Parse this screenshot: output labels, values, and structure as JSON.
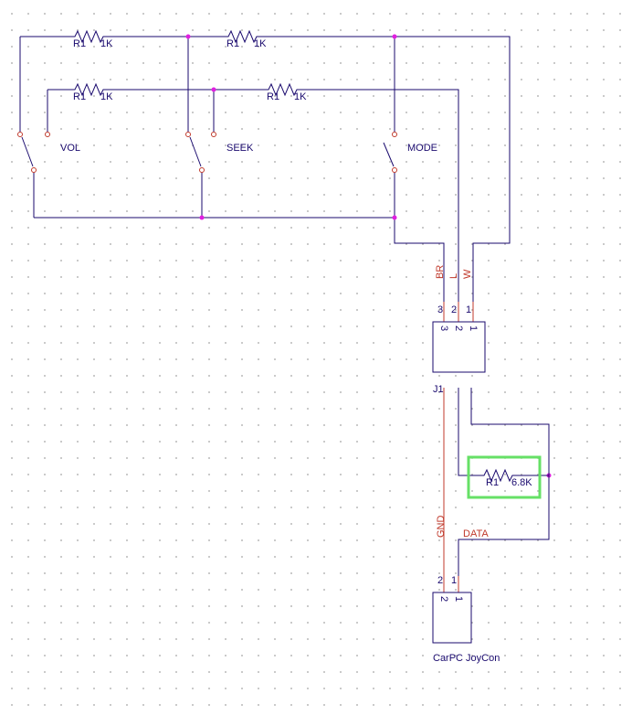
{
  "schematic": {
    "resistors": [
      {
        "ref": "R1",
        "value": "1K"
      },
      {
        "ref": "R1",
        "value": "1K"
      },
      {
        "ref": "R1",
        "value": "1K"
      },
      {
        "ref": "R1",
        "value": "1K"
      },
      {
        "ref": "R1",
        "value": "6.8K"
      }
    ],
    "switches": [
      "VOL",
      "SEEK",
      "MODE"
    ],
    "wire_labels": {
      "br": "BR",
      "l": "L",
      "w": "W",
      "gnd": "GND",
      "data": "DATA"
    },
    "j1": {
      "ref": "J1",
      "pins": [
        "3",
        "2",
        "1"
      ]
    },
    "carpc": {
      "name": "CarPC JoyCon",
      "pins": [
        "2",
        "1"
      ]
    },
    "colors": {
      "wire": "#1a0a6e",
      "pin": "#c0392b",
      "junction": "#e020e0",
      "highlight": "#66e066"
    }
  }
}
